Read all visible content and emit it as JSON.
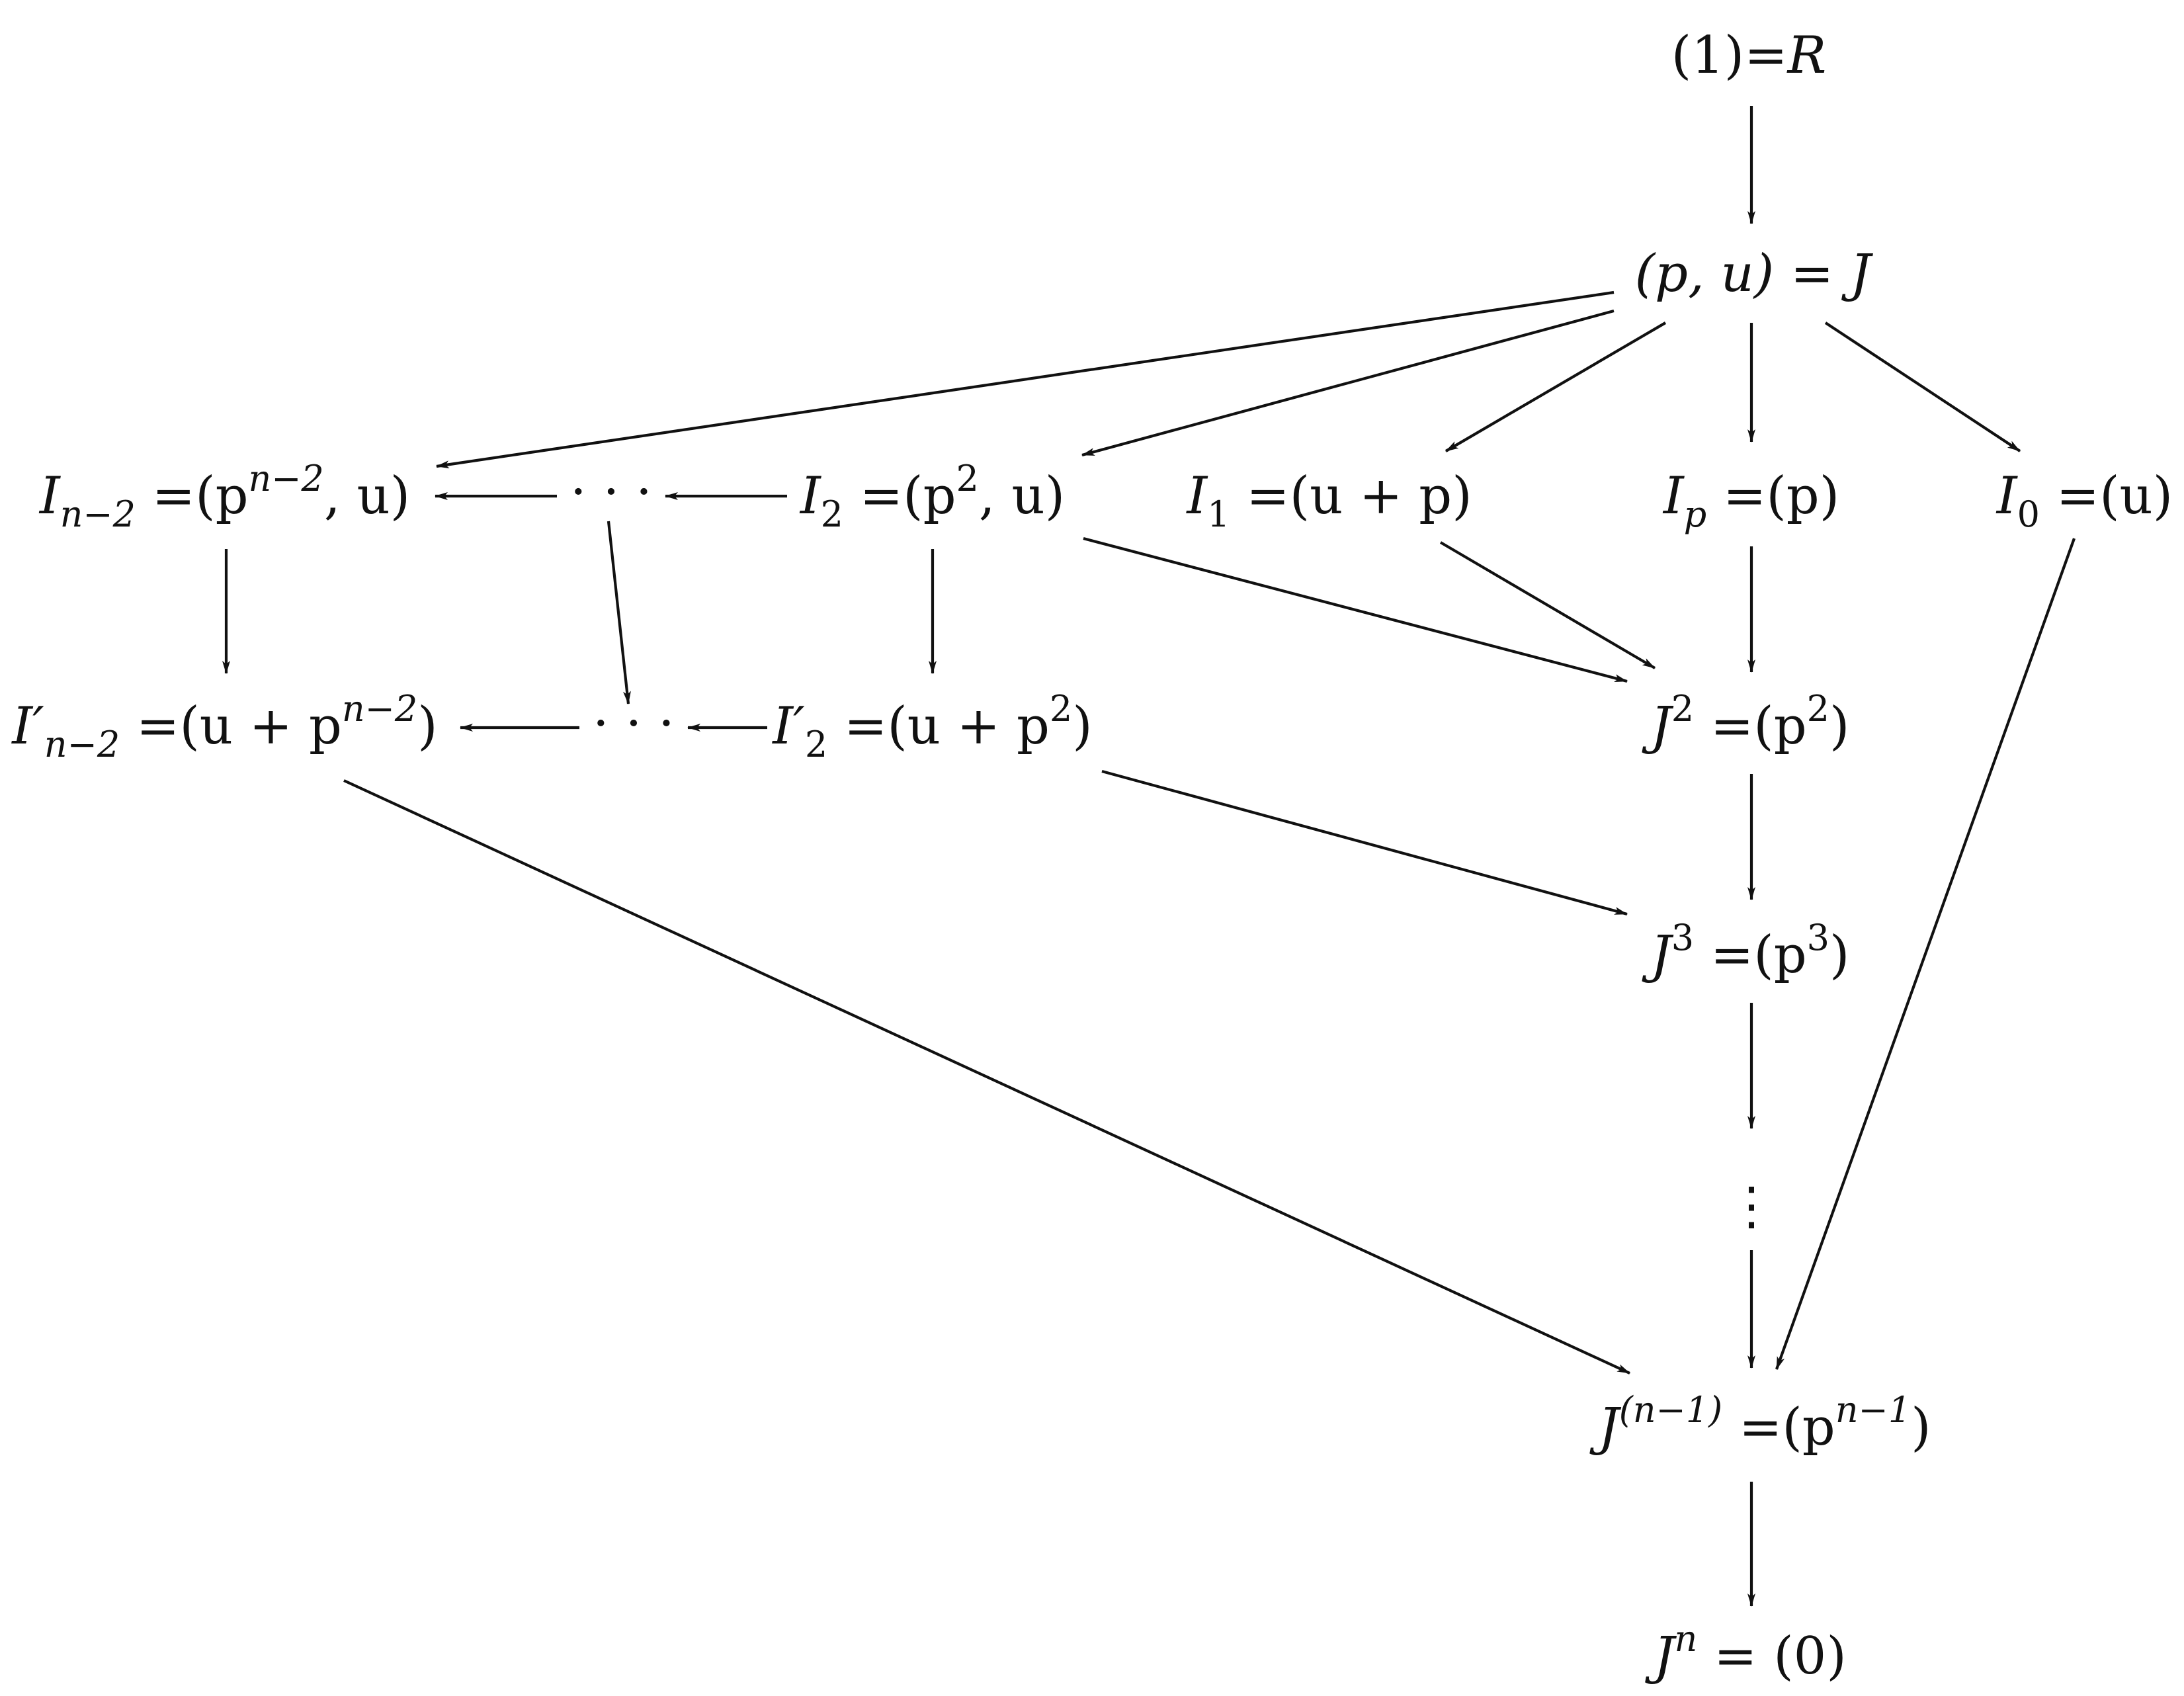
{
  "diagram": {
    "nodes": {
      "R": {
        "pre": "(1)=",
        "main": "R"
      },
      "J": {
        "text": "(p, u) = J"
      },
      "In2": {
        "base": "I",
        "sub": "n−2",
        "eq": " =(p",
        "sup": "n−2",
        "tail": ", u)"
      },
      "I2": {
        "base": "I",
        "sub": "2",
        "eq": " =(p",
        "sup": "2",
        "tail": ", u)"
      },
      "I1": {
        "base": "I",
        "sub": "1",
        "eq": " =(u + p)"
      },
      "Ip": {
        "base": "I",
        "sub": "p",
        "eq": " =(p)"
      },
      "I0": {
        "base": "I",
        "sub": "0",
        "eq": " =(u)"
      },
      "In2p": {
        "base": "I′",
        "sub": "n−2",
        "eq": " =(u + p",
        "sup": "n−2",
        "tail": ")"
      },
      "I2p": {
        "base": "I′",
        "sub": "2",
        "eq": " =(u + p",
        "sup": "2",
        "tail": ")"
      },
      "J2": {
        "base": "J",
        "sup": "2",
        "eq": " =(p",
        "sup2": "2",
        "tail": ")"
      },
      "J3": {
        "base": "J",
        "sup": "3",
        "eq": " =(p",
        "sup2": "3",
        "tail": ")"
      },
      "Jn1": {
        "base": "J",
        "sup": "(n−1)",
        "eq": " =(p",
        "sup2": "n−1",
        "tail": ")"
      },
      "Jn": {
        "base": "J",
        "sup": "n",
        "eq": " = (0)"
      }
    },
    "dots": {
      "top_row": "· · ·",
      "mid_row": "· · ·",
      "vertical": "⋮"
    }
  }
}
